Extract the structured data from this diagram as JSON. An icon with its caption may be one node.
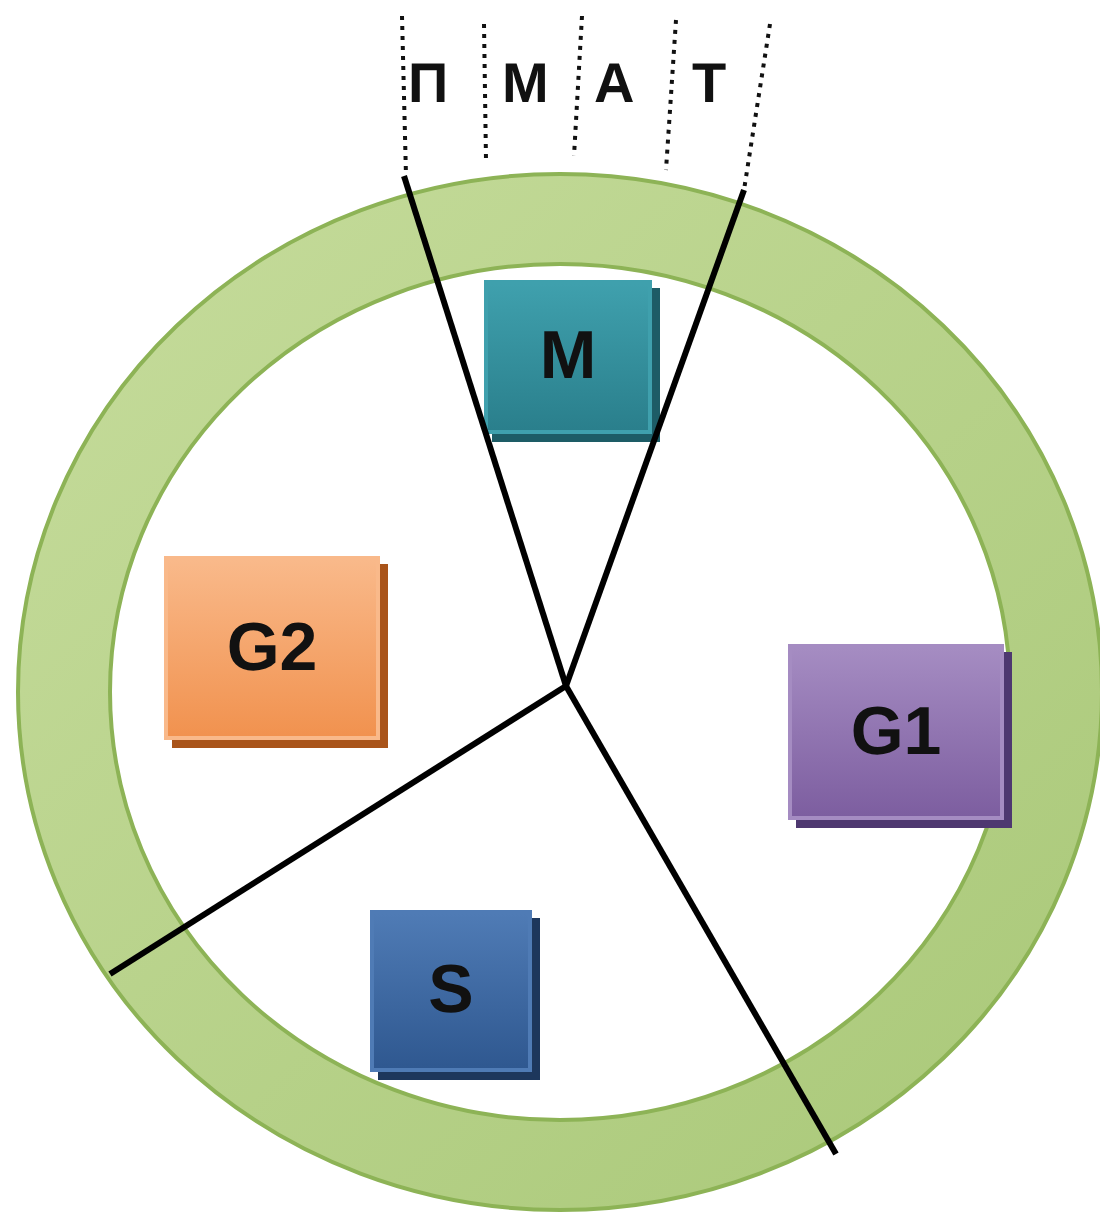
{
  "diagram": {
    "nodes": [
      {
        "text": [],
        "shape": "circle"
      },
      {
        "text": [
          "M"
        ],
        "in": 0
      },
      {
        "text": [
          "G2"
        ],
        "in": 0
      },
      {
        "text": [
          "G1"
        ],
        "in": 0
      },
      {
        "text": [
          "S"
        ],
        "in": 0
      }
    ],
    "labels": [
      "П",
      "М",
      "А",
      "Т"
    ]
  }
}
